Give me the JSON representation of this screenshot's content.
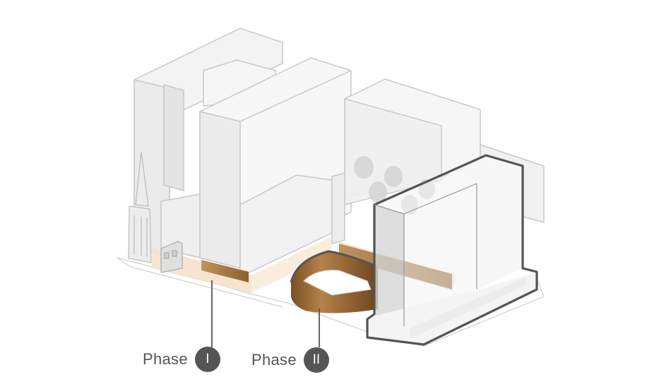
{
  "phases": [
    {
      "label": "Phase",
      "numeral": "I"
    },
    {
      "label": "Phase",
      "numeral": "II"
    }
  ],
  "colors": {
    "building_fill": "#f5f5f5",
    "building_side": "#ececec",
    "building_stroke": "#c8c8c8",
    "highlight_stroke": "#555555",
    "podium_tint": "#f6e2cc",
    "timber": "#a0703a",
    "badge": "#555555"
  }
}
